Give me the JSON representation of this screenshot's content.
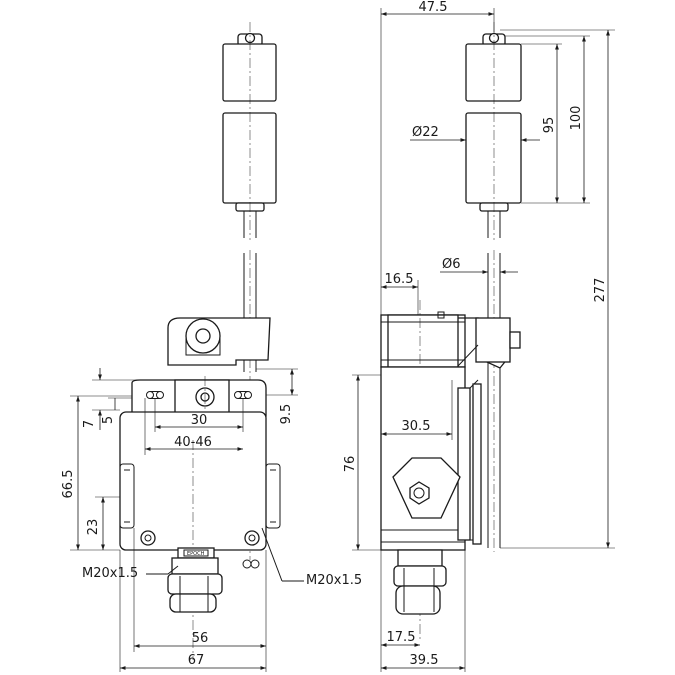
{
  "front_view": {
    "dims": {
      "w_56": "56",
      "w_67": "67",
      "holes_30": "30",
      "holes_40_46": "40-46",
      "h_66_5": "66.5",
      "h_23": "23",
      "h_7": "7",
      "h_5": "5",
      "h_9_5": "9.5"
    },
    "thread_left": "M20x1.5",
    "thread_right": "M20x1.5",
    "plate_text": "EPOCH"
  },
  "side_view": {
    "dims": {
      "w_47_5": "47.5",
      "w_16_5": "16.5",
      "w_30_5": "30.5",
      "w_17_5": "17.5",
      "w_39_5": "39.5",
      "h_76": "76",
      "h_95": "95",
      "h_100": "100",
      "h_277": "277",
      "d_22": "Ø22",
      "d_6": "Ø6"
    }
  }
}
